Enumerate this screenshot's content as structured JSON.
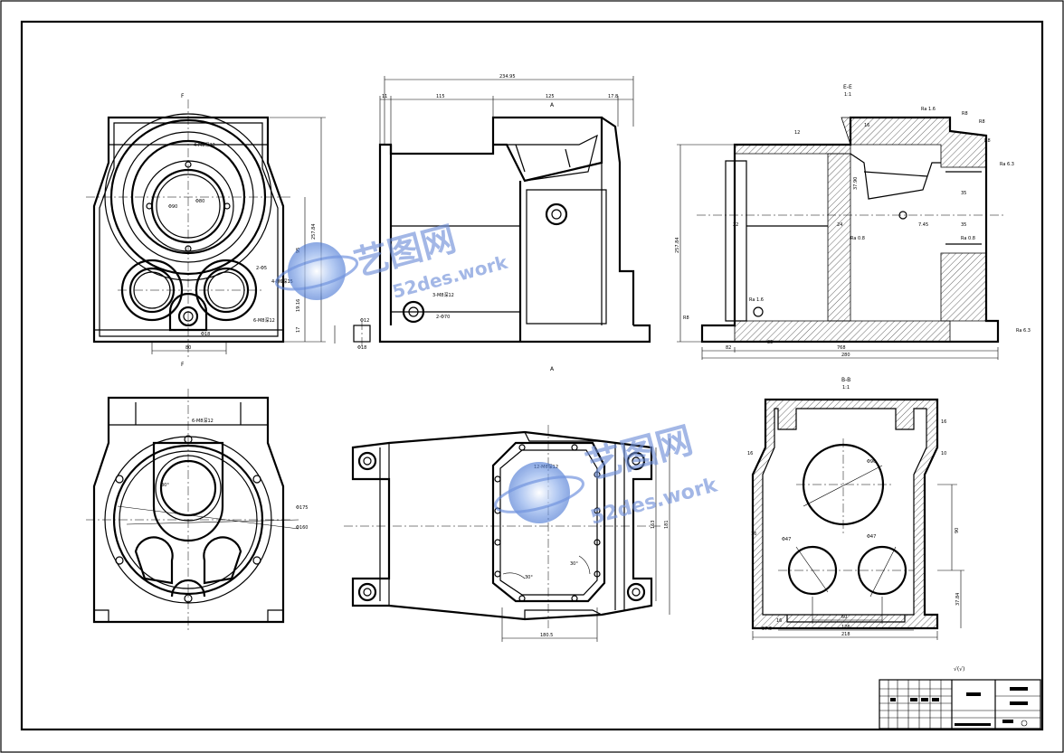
{
  "drawing": {
    "top_dims": {
      "overall": "234.95",
      "d1": "11",
      "d2": "115",
      "d3": "125",
      "d4": "17.8"
    },
    "front_view": {
      "section_mark": "F",
      "tap_top": "4-M8深22",
      "dia_bore": "Φ90",
      "dia_inner": "Φ80",
      "note_right1": "2-Φ5",
      "note_right2": "4-M6深15",
      "note_right3": "6-M8深12",
      "note_bottom": "Φ18",
      "height_total": "257.84",
      "height_mid": "95",
      "height_low": "19.16",
      "height_min": "17",
      "width_bottom": "80"
    },
    "side_view": {
      "letter": "A",
      "tap1": "3-M8深12",
      "tap2": "2-Φ70",
      "dim_small1": "Φ12",
      "dim_small2": "Φ18"
    },
    "section_view": {
      "title": "E-E",
      "scale": "1:1",
      "ra1": "Ra 1.6",
      "ra2": "Ra 1.6",
      "ra3": "Ra 6.3",
      "ra4": "Ra 6.3",
      "r1": "R8",
      "r2": "R8",
      "r3": "R8",
      "r4": "R8",
      "dim_a": "35",
      "dim_b": "35",
      "dim_c": "7.45",
      "dim_d": "22",
      "dim_e": "24",
      "dim_f": "12",
      "dim_g": "16",
      "dim_h": "37.90",
      "height": "257.84",
      "w1": "82",
      "w2": "280",
      "w3": "85",
      "w4": "768",
      "ra5": "Ra 0.8",
      "ra6": "Ra 0.8"
    },
    "bottom_left": {
      "tap": "6-M8深12",
      "dia1": "Φ175",
      "dia2": "Φ160",
      "angle": "30°"
    },
    "bottom_mid": {
      "tap": "12-M6深12",
      "dim_w": "180.5",
      "dim_h1": "163",
      "dim_h2": "181",
      "angle1": "30°",
      "angle2": "30°"
    },
    "section2": {
      "title": "B-B",
      "scale": "1:1",
      "dia_top": "Φ90",
      "dia_l": "Φ47",
      "dia_r": "Φ47",
      "h1": "90",
      "h2": "37.84",
      "w1": "60",
      "w2": "126",
      "w3": "218",
      "w4": "57.5",
      "side1": "16",
      "side2": "16",
      "side3": "10",
      "side4": "16",
      "side5": "16"
    },
    "roughness_symbol": "√(√)",
    "watermark": {
      "cn": "艺图网",
      "url": "52des.work"
    }
  }
}
